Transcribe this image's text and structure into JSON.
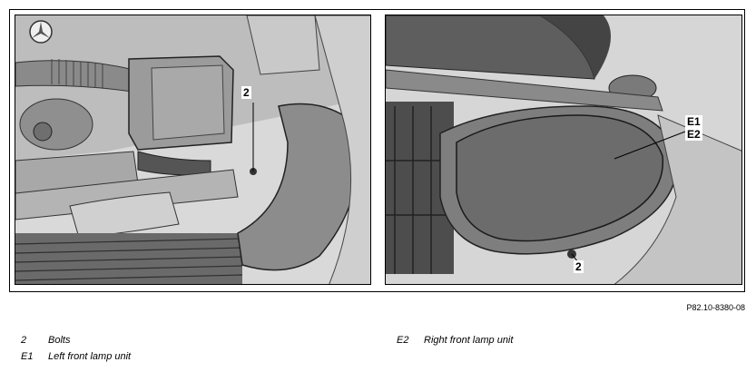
{
  "figure": {
    "id": "P82.10-8380-08",
    "left_callouts": [
      "2"
    ],
    "right_callouts": [
      "E1",
      "E2",
      "2"
    ]
  },
  "legend": [
    {
      "code": "2",
      "description": "Bolts"
    },
    {
      "code": "E1",
      "description": "Left front lamp unit"
    },
    {
      "code": "E2",
      "description": "Right front lamp unit"
    }
  ]
}
